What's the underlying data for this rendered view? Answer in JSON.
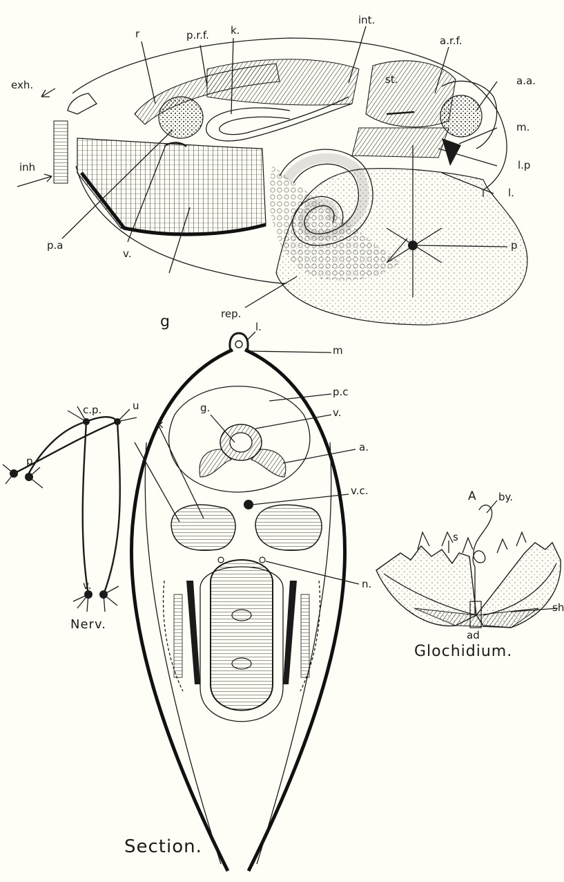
{
  "mussel_labels": {
    "r": "r",
    "prf": "p.r.f.",
    "k": "k.",
    "int": "int.",
    "arf": "a.r.f.",
    "exh": "exh.",
    "st": "st.",
    "aa": "a.a.",
    "m": "m.",
    "inh": "inh",
    "lp": "l.p",
    "l": "l.",
    "pa": "p.a",
    "p": "p",
    "v": "v.",
    "g": "g",
    "rep": "rep."
  },
  "section_labels": {
    "l": "l.",
    "m": "m",
    "g": "g.",
    "pc": "p.c",
    "v": "v.",
    "u": "u",
    "k": "k",
    "a": "a.",
    "vc": "v.c.",
    "n": "n."
  },
  "nerve_labels": {
    "cp": "c.p.",
    "p": "p.",
    "v": "v."
  },
  "glochidium_labels": {
    "A": "A",
    "by": "by.",
    "s": "s",
    "sh": "sh",
    "ad": "ad"
  },
  "captions": {
    "nerv": "Nerv.",
    "glochidium": "Glochidium.",
    "section": "Section."
  },
  "colors": {
    "ink": "#1a1a1a",
    "paper": "#fefdf6"
  }
}
